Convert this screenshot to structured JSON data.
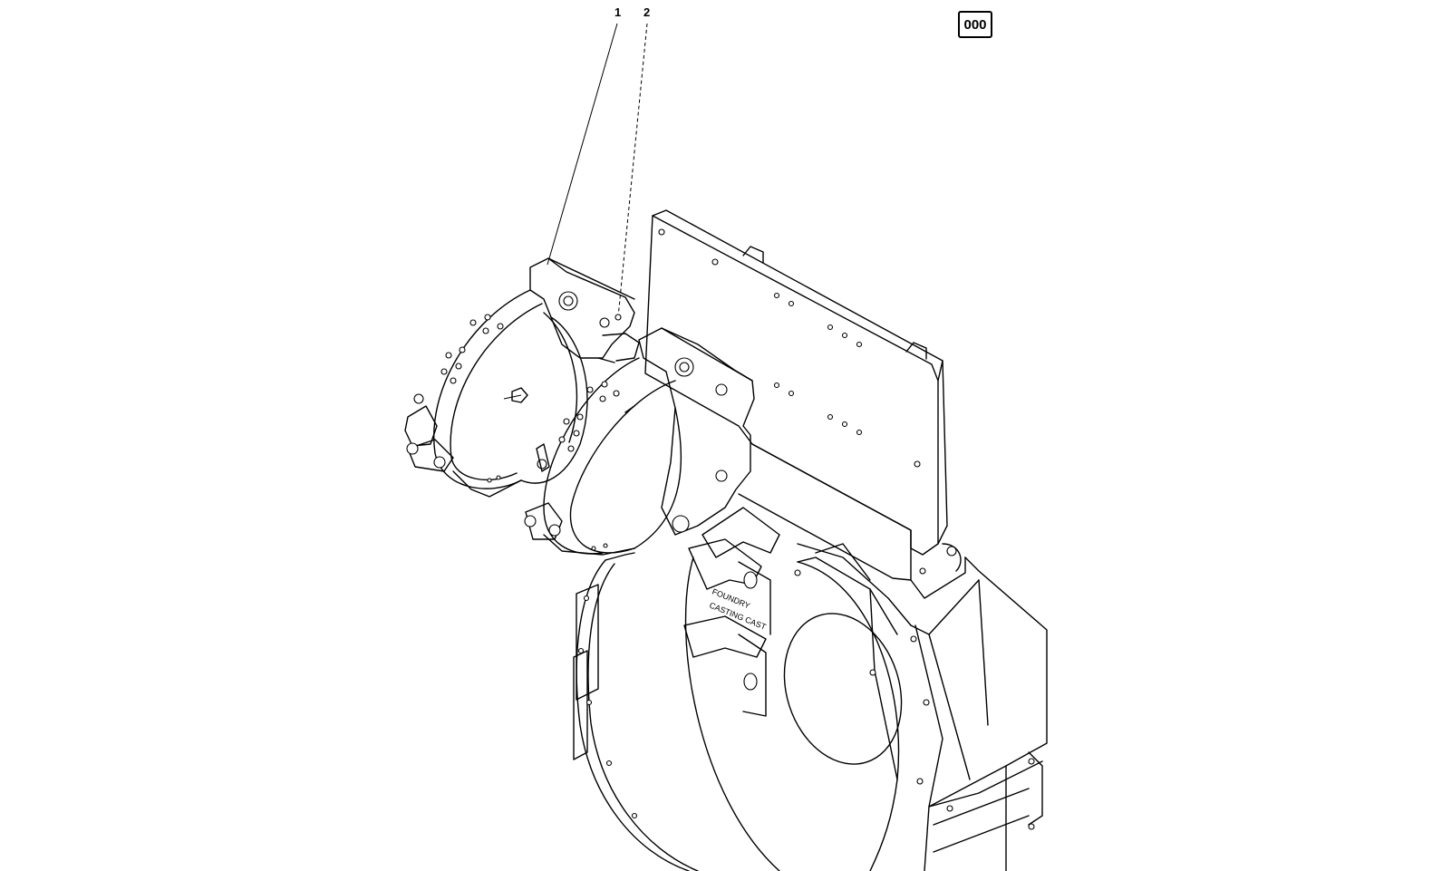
{
  "callouts": [
    {
      "label": "1"
    },
    {
      "label": "2"
    }
  ],
  "badge": {
    "label": "000"
  },
  "casting_text": {
    "line1": "FOUNDRY",
    "line2": "CASTING CAST"
  }
}
